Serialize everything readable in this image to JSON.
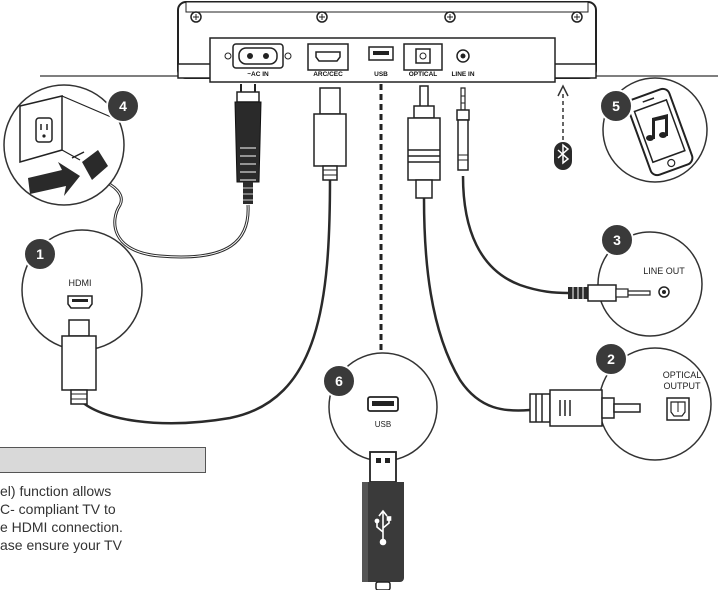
{
  "ports": {
    "ac_in": "~AC IN",
    "arc_cec": "ARC/CEC",
    "usb": "USB",
    "optical": "OPTICAL",
    "line_in": "LINE IN"
  },
  "callouts": {
    "hdmi": {
      "number": "1",
      "label": "HDMI"
    },
    "optical": {
      "number": "2",
      "label_line1": "OPTICAL",
      "label_line2": "OUTPUT"
    },
    "line_out": {
      "number": "3",
      "label": "LINE OUT"
    },
    "power": {
      "number": "4"
    },
    "phone": {
      "number": "5"
    },
    "usb": {
      "number": "6",
      "label": "USB"
    }
  },
  "note": {
    "text": "el) function allows\nC- compliant TV to\ne HDMI connection.\nase ensure your TV"
  },
  "colors": {
    "badge": "#3a3a3a",
    "cable": "#2a2a2a",
    "outline": "#222222",
    "note_bar": "#d9d9d9"
  },
  "icons": [
    "bluetooth-icon",
    "music-note-icon",
    "usb-symbol-icon",
    "wall-outlet-icon",
    "smartphone-icon"
  ]
}
